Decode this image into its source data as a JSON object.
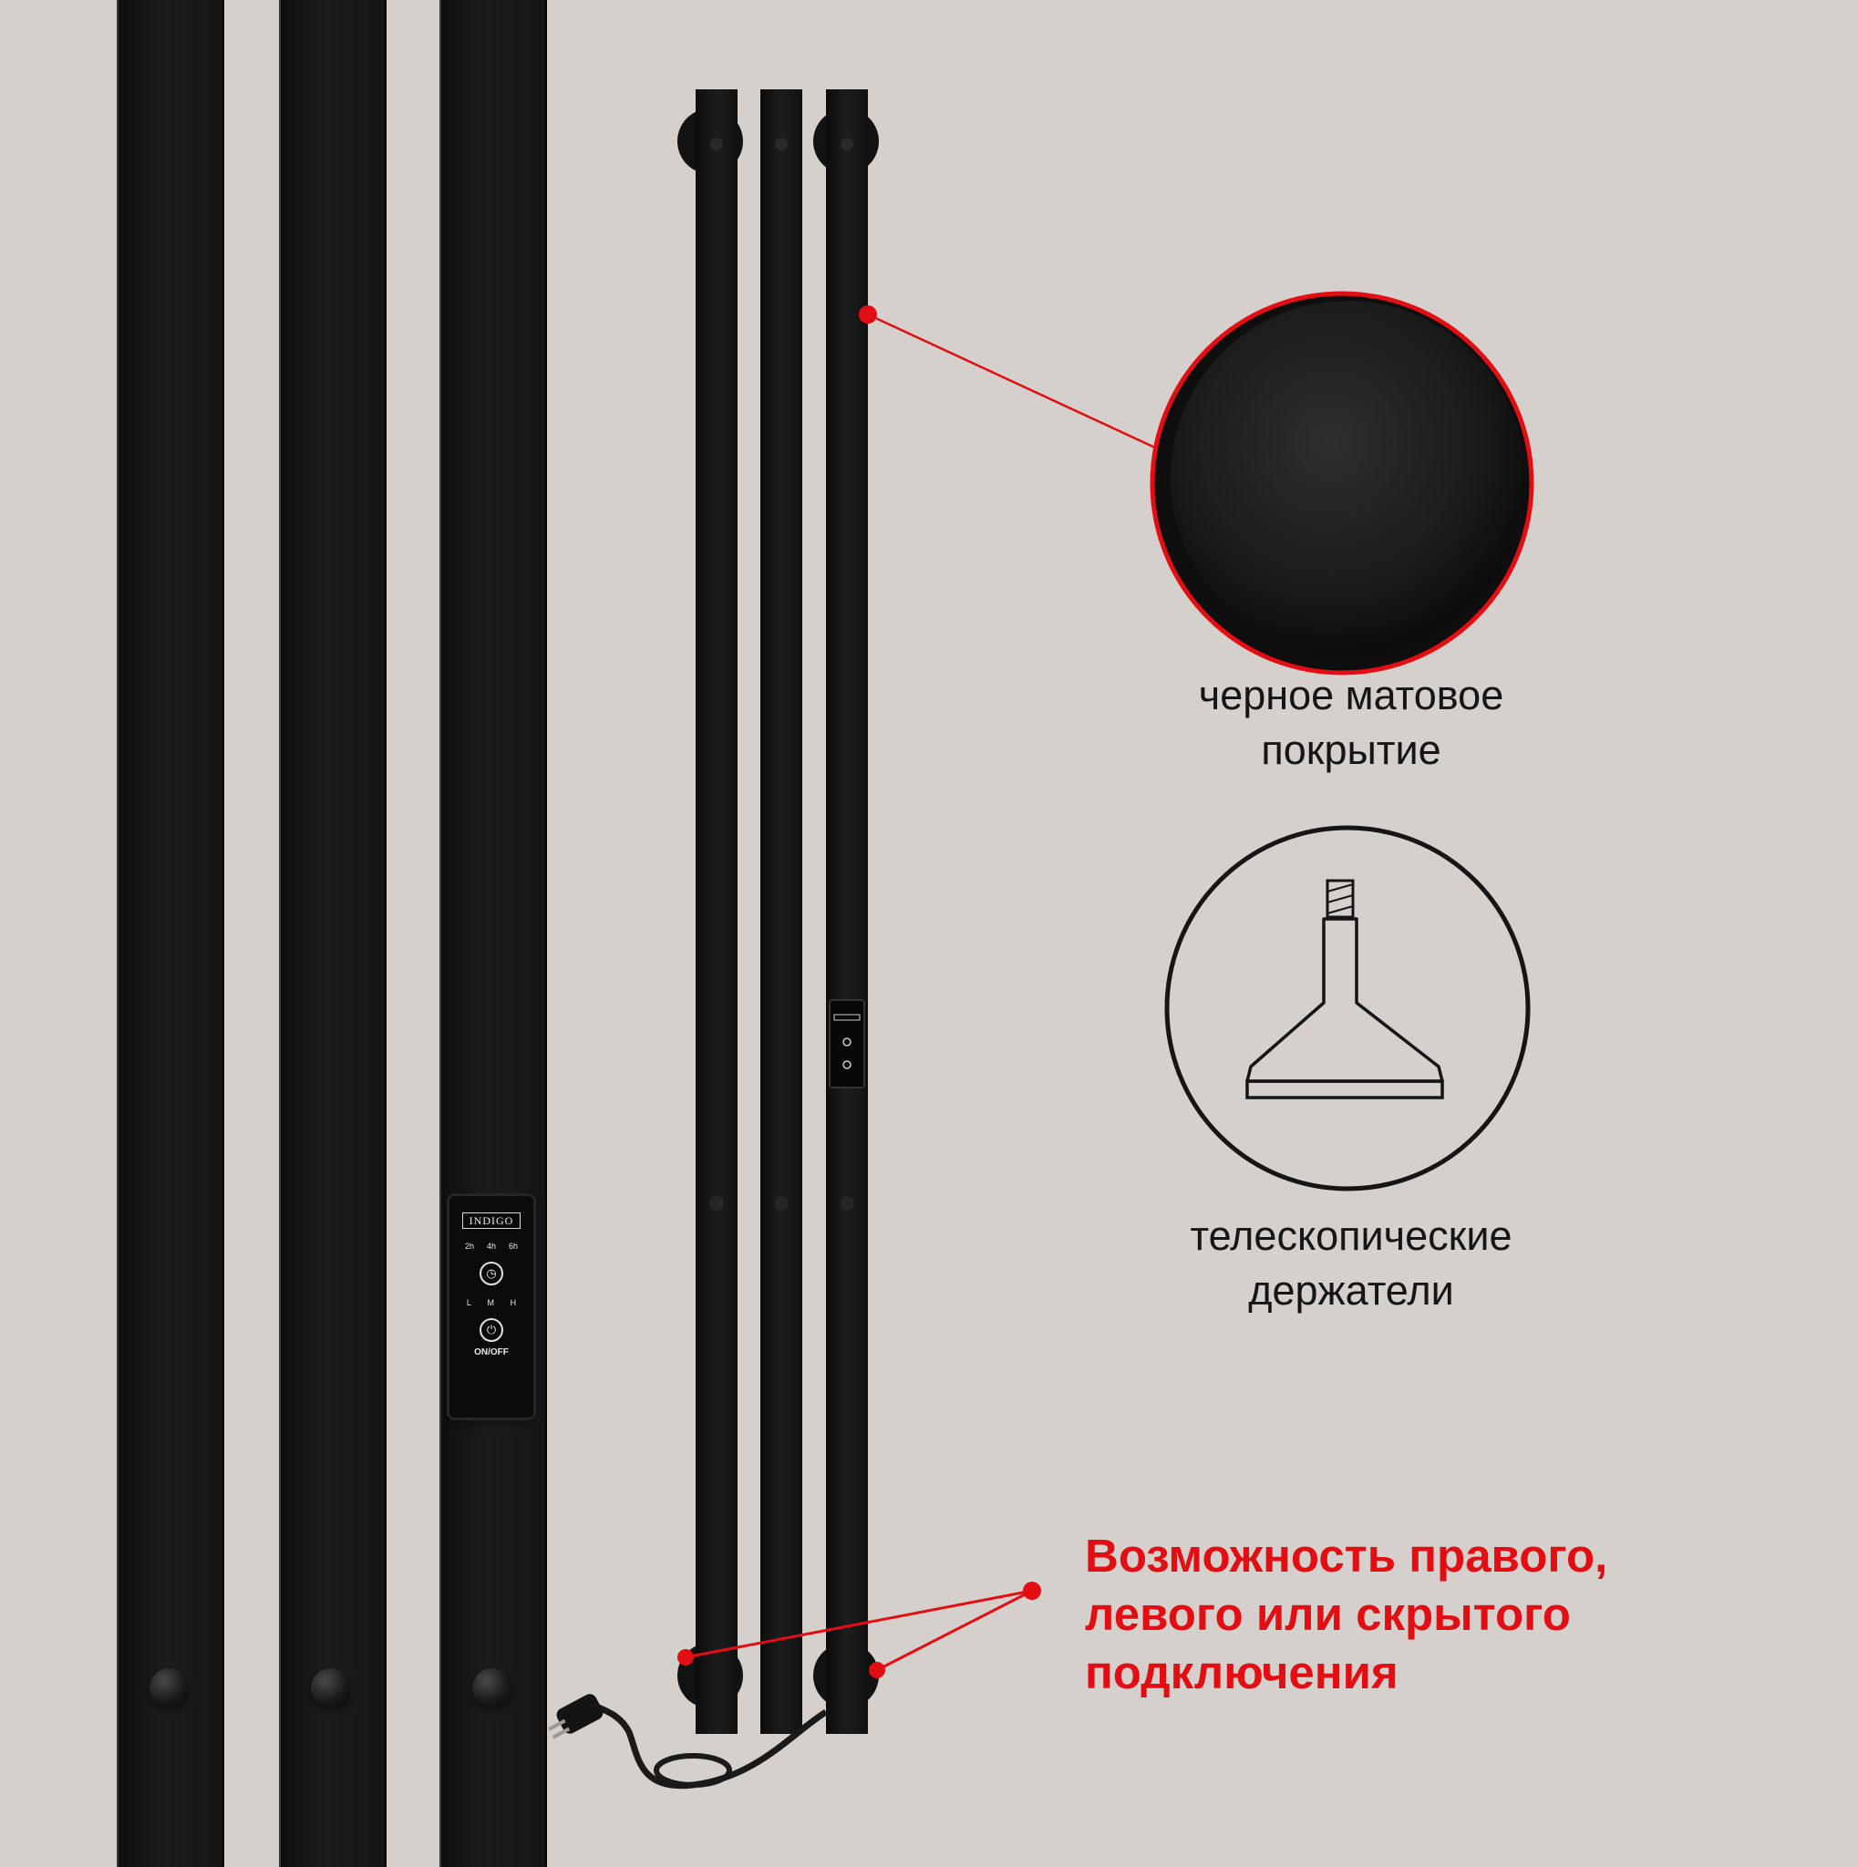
{
  "colors": {
    "background": "#d5d0cb",
    "product_black": "#141414",
    "accent_red": "#e30e14",
    "text_dark": "#151515"
  },
  "control_panel": {
    "brand": "INDIGO",
    "timers": [
      "2h",
      "4h",
      "6h"
    ],
    "modes": [
      "L",
      "M",
      "H"
    ],
    "power_label": "ON/OFF"
  },
  "features": {
    "coating": [
      "черное матовое",
      "покрытие"
    ],
    "holders": [
      "телескопические",
      "держатели"
    ],
    "connection": [
      "Возможность правого,",
      "левого или скрытого",
      "подключения"
    ]
  },
  "icons": {
    "texture": "matte-texture-swatch-icon",
    "holder": "telescopic-holder-icon",
    "plug": "power-plug-icon"
  }
}
